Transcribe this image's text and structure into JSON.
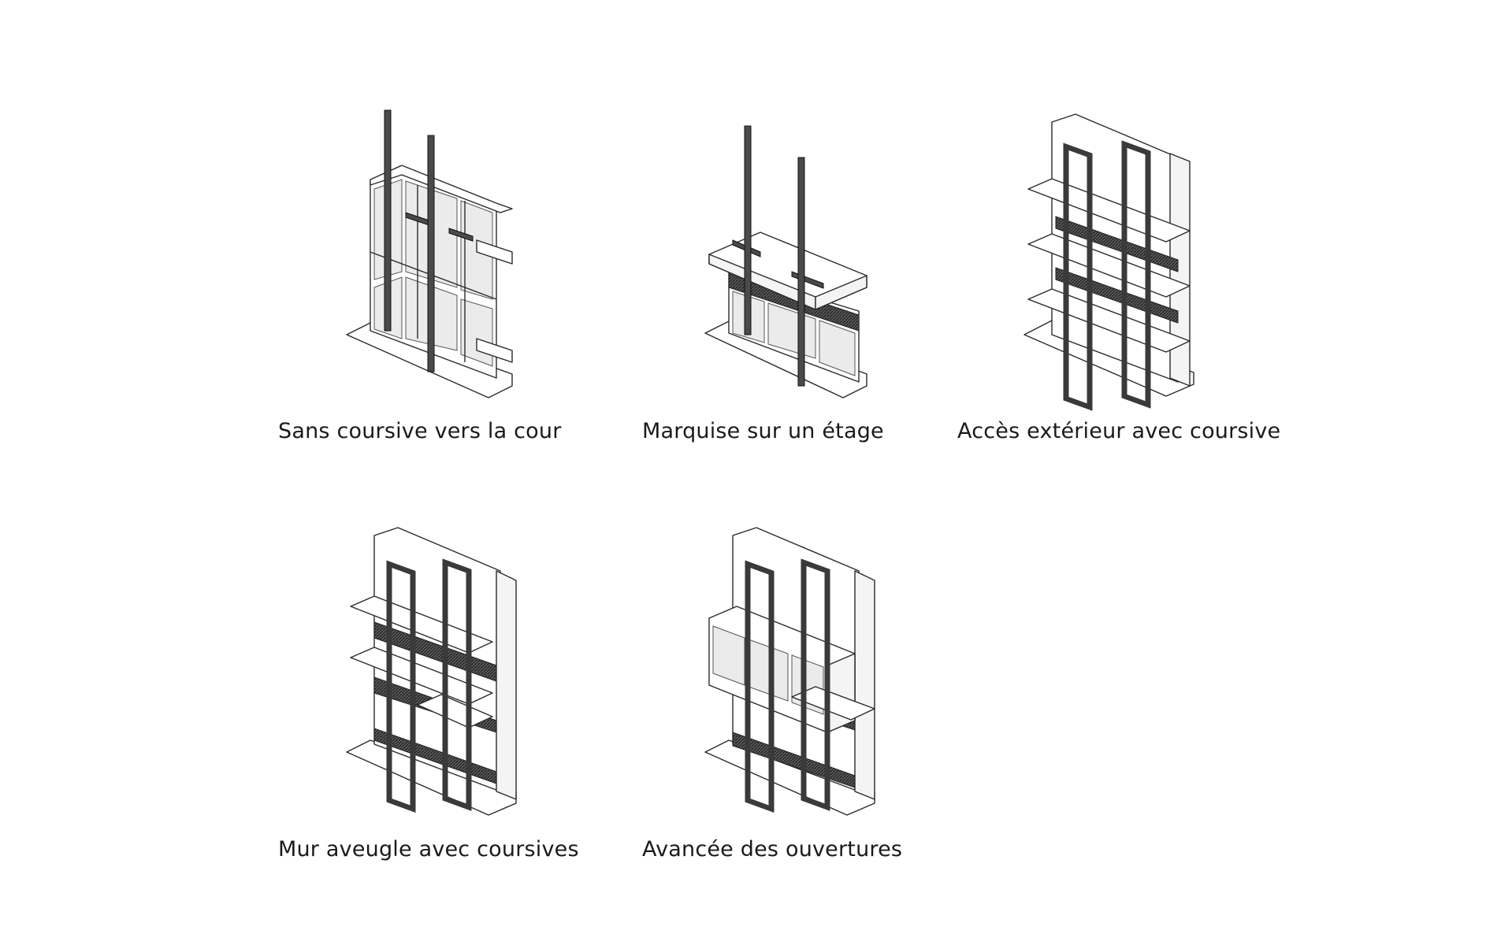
{
  "diagrams": [
    {
      "caption": "Sans coursive vers la cour"
    },
    {
      "caption": "Marquise sur un étage"
    },
    {
      "caption": "Accès extérieur avec coursive"
    },
    {
      "caption": "Mur aveugle avec coursives"
    },
    {
      "caption": "Avancée des ouvertures"
    }
  ]
}
